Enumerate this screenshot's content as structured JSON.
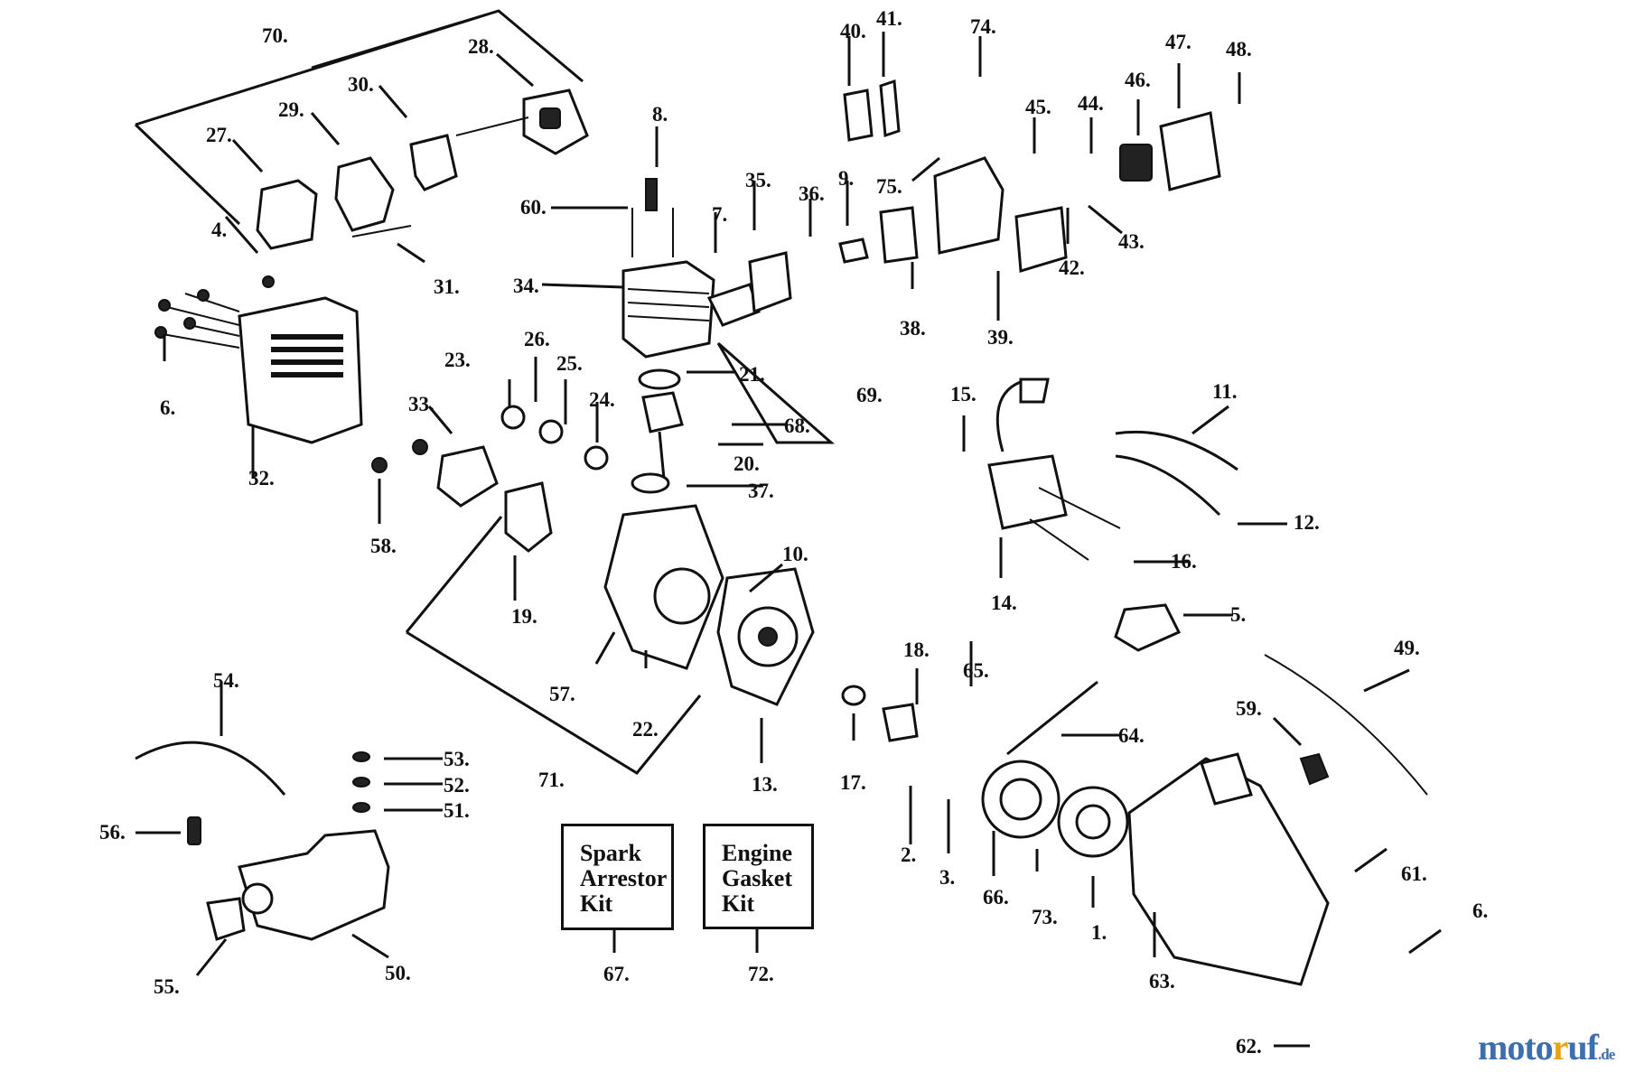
{
  "diagram": {
    "labels": [
      "70.",
      "28.",
      "30.",
      "29.",
      "27.",
      "4.",
      "31.",
      "6.",
      "32.",
      "33.",
      "58.",
      "60.",
      "8.",
      "34.",
      "7.",
      "35.",
      "36.",
      "9.",
      "40.",
      "41.",
      "74.",
      "75.",
      "38.",
      "39.",
      "45.",
      "44.",
      "46.",
      "47.",
      "48.",
      "43.",
      "42.",
      "23.",
      "26.",
      "25.",
      "24.",
      "21.",
      "69.",
      "68.",
      "20.",
      "37.",
      "19.",
      "22.",
      "57.",
      "10.",
      "13.",
      "71.",
      "15.",
      "11.",
      "12.",
      "16.",
      "14.",
      "5.",
      "49.",
      "18.",
      "65.",
      "64.",
      "17.",
      "2.",
      "3.",
      "66.",
      "73.",
      "1.",
      "59.",
      "61.",
      "6.",
      "63.",
      "62.",
      "54.",
      "53.",
      "52.",
      "51.",
      "56.",
      "55.",
      "50.",
      "67.",
      "72."
    ],
    "kits": [
      {
        "lines": [
          "Spark",
          "Arrestor",
          "Kit"
        ]
      },
      {
        "lines": [
          "Engine",
          "Gasket",
          "Kit"
        ]
      }
    ],
    "watermark": {
      "main": "moto",
      "accent": "r",
      "rest": "uf",
      "tld": ".de"
    }
  }
}
